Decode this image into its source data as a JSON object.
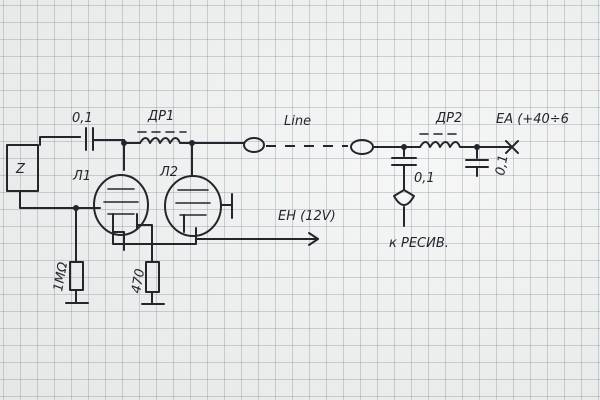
{
  "labels": {
    "z_block": "Z",
    "c1_value": "0,1",
    "dr1": "ДР1",
    "l1": "Л1",
    "l2": "Л2",
    "line": "Line",
    "dr2": "ДР2",
    "ea": "EA (+40÷6",
    "c2_value": "0,1",
    "c3_value": "0,1",
    "eh": "EH (12V)",
    "receiver": "к РЕСИВ.",
    "r1": "1МΩ",
    "r2": "470"
  }
}
